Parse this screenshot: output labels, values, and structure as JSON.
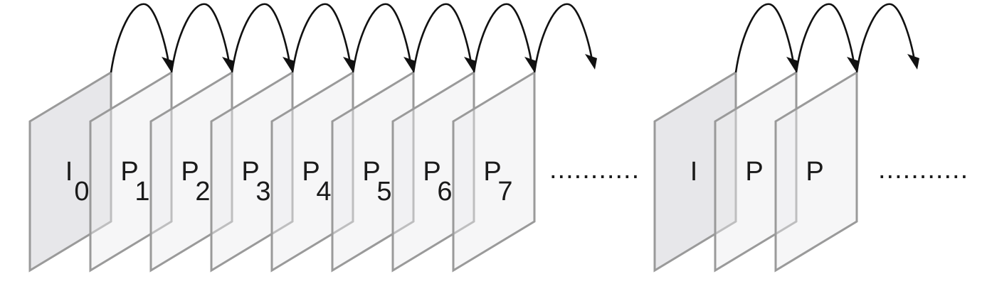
{
  "sequence_a": [
    {
      "type": "I",
      "letter": "I",
      "index": "0"
    },
    {
      "type": "P",
      "letter": "P",
      "index": "1"
    },
    {
      "type": "P",
      "letter": "P",
      "index": "2"
    },
    {
      "type": "P",
      "letter": "P",
      "index": "3"
    },
    {
      "type": "P",
      "letter": "P",
      "index": "4"
    },
    {
      "type": "P",
      "letter": "P",
      "index": "5"
    },
    {
      "type": "P",
      "letter": "P",
      "index": "6"
    },
    {
      "type": "P",
      "letter": "P",
      "index": "7"
    }
  ],
  "sequence_b": [
    {
      "type": "I",
      "letter": "I"
    },
    {
      "type": "P",
      "letter": "P"
    },
    {
      "type": "P",
      "letter": "P"
    }
  ],
  "ellipsis": "...........",
  "colors": {
    "frame_stroke": "#9a9a9a",
    "i_frame_fill": "#d4d4d8",
    "p_frame_fill": "#ececee",
    "arrow": "#111111",
    "text": "#1a1a1a"
  }
}
